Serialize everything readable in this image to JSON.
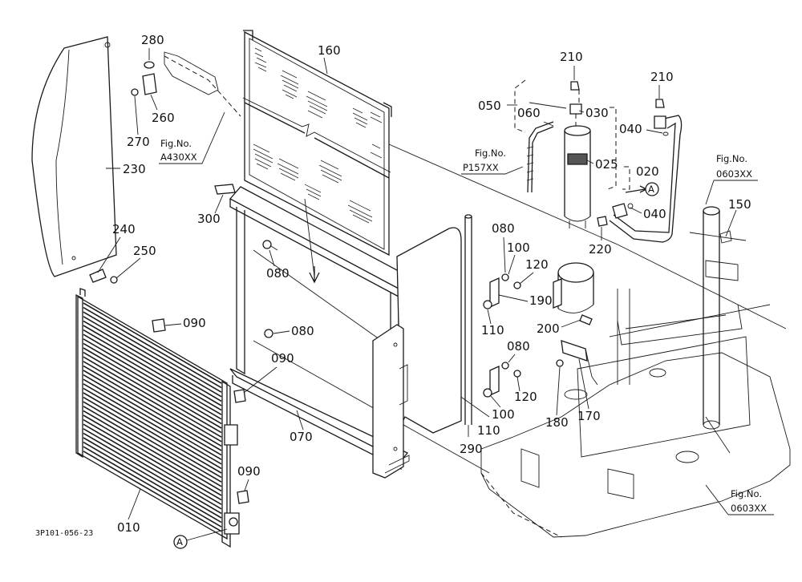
{
  "parts": {
    "p010": "010",
    "p020": "020",
    "p025": "025",
    "p030": "030",
    "p040a": "040",
    "p040b": "040",
    "p050": "050",
    "p060": "060",
    "p070": "070",
    "p080a": "080",
    "p080b": "080",
    "p080c": "080",
    "p080d": "080",
    "p090a": "090",
    "p090b": "090",
    "p090c": "090",
    "p100a": "100",
    "p100b": "100",
    "p110a": "110",
    "p110b": "110",
    "p120a": "120",
    "p120b": "120",
    "p150": "150",
    "p160": "160",
    "p170": "170",
    "p180": "180",
    "p190": "190",
    "p200": "200",
    "p210a": "210",
    "p210b": "210",
    "p220": "220",
    "p230": "230",
    "p240": "240",
    "p250": "250",
    "p260": "260",
    "p270": "270",
    "p280": "280",
    "p290": "290",
    "p300": "300"
  },
  "refs": {
    "a430_label": "Fig.No.",
    "a430_code": "A430XX",
    "p157_label": "Fig.No.",
    "p157_code": "P157XX",
    "r0603a_label": "Fig.No.",
    "r0603a_code": "0603XX",
    "r0603b_label": "Fig.No.",
    "r0603b_code": "0603XX"
  },
  "markers": {
    "a1": "A",
    "a2": "A"
  },
  "footer": {
    "drawing_code": "3P101-056-23"
  }
}
